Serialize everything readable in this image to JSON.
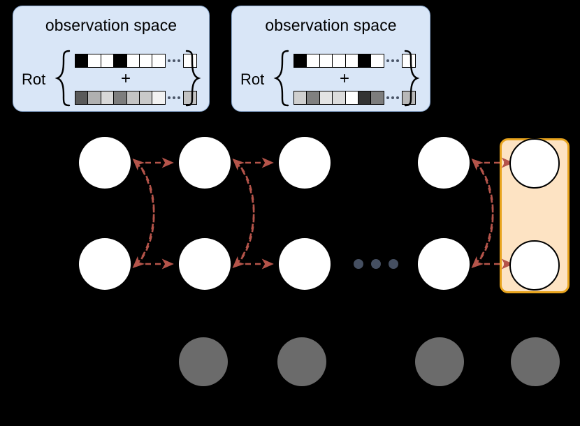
{
  "figure": {
    "background_color": "#000000",
    "accent_arrow_color": "#b5544a",
    "highlight_fill": "#fde3c3",
    "highlight_border": "#e8a41e",
    "panel_fill": "#d9e6f7",
    "panel_border": "#8ba9d0",
    "node_fill": "#ffffff",
    "gray_node_fill": "#6b6b6b",
    "ellipsis_color": "#454f61"
  },
  "observation_panels": [
    {
      "title": "observation space",
      "group_label": "Rot",
      "operator": "+",
      "binary_row": {
        "cells": [
          "#000000",
          "#ffffff",
          "#ffffff",
          "#000000",
          "#ffffff",
          "#ffffff",
          "#ffffff"
        ],
        "has_ellipsis": true,
        "tail_cells": [
          "#ffffff"
        ]
      },
      "grayscale_row": {
        "cells": [
          "#5a5a5a",
          "#b0b0b0",
          "#d8d8d8",
          "#7d7d7d",
          "#c4c4c4",
          "#c9c9c9",
          "#f2f2f2"
        ],
        "has_ellipsis": true,
        "tail_cells": [
          "#c2c2c2"
        ]
      }
    },
    {
      "title": "observation space",
      "group_label": "Rot",
      "operator": "+",
      "binary_row": {
        "cells": [
          "#000000",
          "#ffffff",
          "#ffffff",
          "#ffffff",
          "#ffffff",
          "#000000",
          "#ffffff"
        ],
        "has_ellipsis": true,
        "tail_cells": [
          "#ffffff"
        ]
      },
      "grayscale_row": {
        "cells": [
          "#cfcfcf",
          "#808080",
          "#e4e4e4",
          "#dcdcdc",
          "#ffffff",
          "#333333",
          "#7d7d7d"
        ],
        "has_ellipsis": true,
        "tail_cells": [
          "#b8b8b8"
        ]
      }
    }
  ],
  "network": {
    "top_row_nodes": [
      "node-1",
      "node-2",
      "node-3",
      "node-4",
      "node-5"
    ],
    "bottom_row_nodes": [
      "node-1",
      "node-2",
      "node-3",
      "node-4",
      "node-5"
    ],
    "ellipsis": "•••",
    "highlighted_column_index": 4
  },
  "gray_row": {
    "nodes": [
      "gray-1",
      "gray-2",
      "gray-3",
      "gray-4"
    ]
  }
}
